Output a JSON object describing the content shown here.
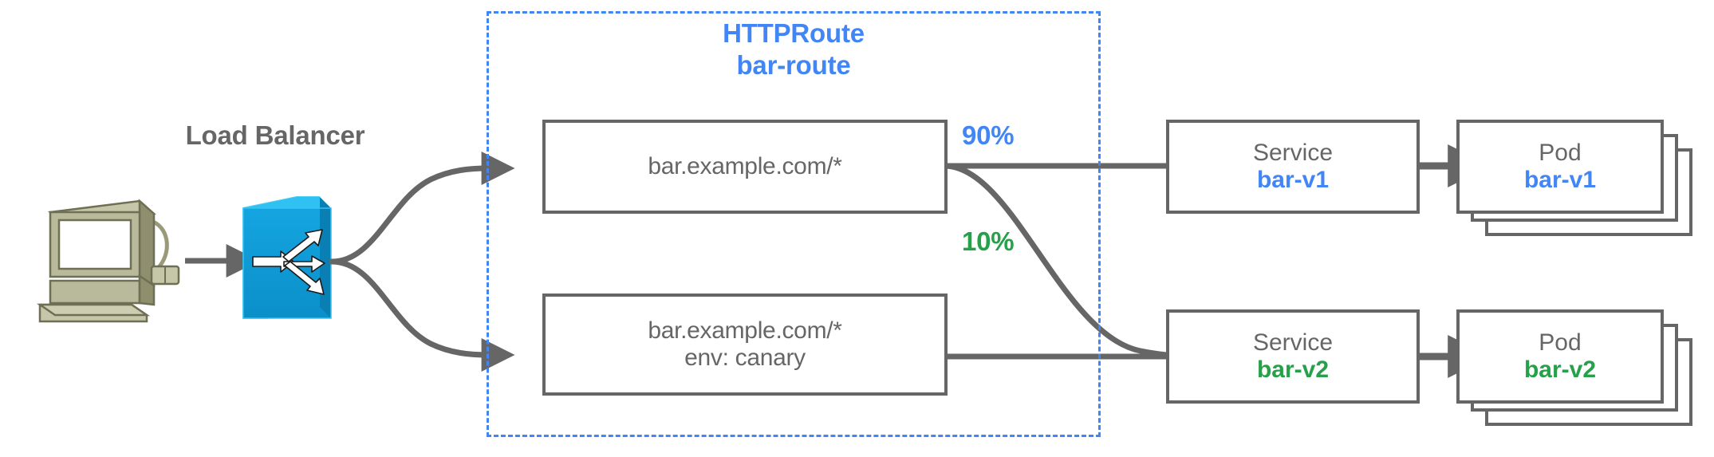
{
  "diagram": {
    "title": "HTTPRoute traffic split canary diagram",
    "colors": {
      "blue": "#4285f4",
      "green": "#27a04a",
      "gray": "#666666",
      "switch_blue": "#0c9ad7",
      "computer_beige": "#b5b593"
    }
  },
  "region": {
    "kind_label": "HTTPRoute",
    "name_label": "bar-route"
  },
  "load_balancer": {
    "title": "Load Balancer",
    "client_icon": "desktop-computer-icon",
    "switch_icon": "network-switch-icon"
  },
  "routes": [
    {
      "id": "route-primary",
      "line1": "bar.example.com/*",
      "line2": ""
    },
    {
      "id": "route-canary",
      "line1": "bar.example.com/*",
      "line2": "env: canary"
    }
  ],
  "weights": [
    {
      "id": "weight-90",
      "label": "90%",
      "color": "blue"
    },
    {
      "id": "weight-10",
      "label": "10%",
      "color": "green"
    }
  ],
  "services": [
    {
      "id": "service-bar-v1",
      "kind": "Service",
      "name": "bar-v1",
      "color": "blue"
    },
    {
      "id": "service-bar-v2",
      "kind": "Service",
      "name": "bar-v2",
      "color": "green"
    }
  ],
  "pods": [
    {
      "id": "pod-bar-v1",
      "kind": "Pod",
      "name": "bar-v1",
      "color": "blue",
      "replicas": 3
    },
    {
      "id": "pod-bar-v2",
      "kind": "Pod",
      "name": "bar-v2",
      "color": "green",
      "replicas": 3
    }
  ]
}
